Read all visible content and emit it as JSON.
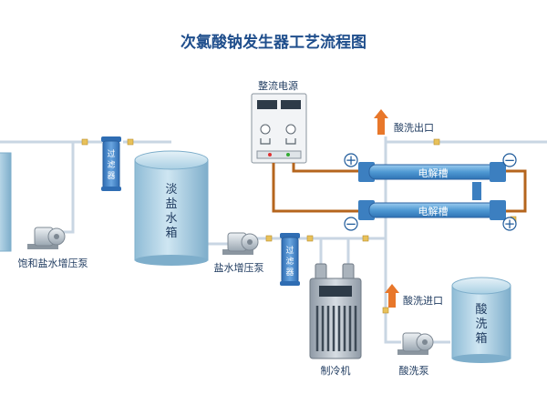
{
  "title": "次氯酸钠发生器工艺流程图",
  "labels": {
    "rectifier": "整流电源",
    "acid_outlet": "酸洗出口",
    "acid_inlet": "酸洗进口",
    "sat_pump": "饱和盐水增压泵",
    "brine_pump": "盐水增压泵",
    "acid_pump": "酸洗泵",
    "chiller": "制冷机",
    "electrolyzer_top": "电解槽",
    "electrolyzer_bottom": "电解槽"
  },
  "tanks": {
    "dilute_chars": [
      "淡",
      "盐",
      "水",
      "箱"
    ],
    "acid_chars": [
      "酸",
      "洗",
      "箱"
    ]
  },
  "filter_chars": [
    "过",
    "滤",
    "器"
  ],
  "signs": {
    "plus": "+",
    "minus": "−"
  },
  "colors": {
    "pipe": "#c9d6e3",
    "power_cable": "#b5651d",
    "arrow": "#e8772a",
    "tank_body": "#a9cfe3",
    "electrolyzer": "#5aa2d6",
    "filter": "#4d8fd0",
    "title": "#1f4e8c"
  }
}
